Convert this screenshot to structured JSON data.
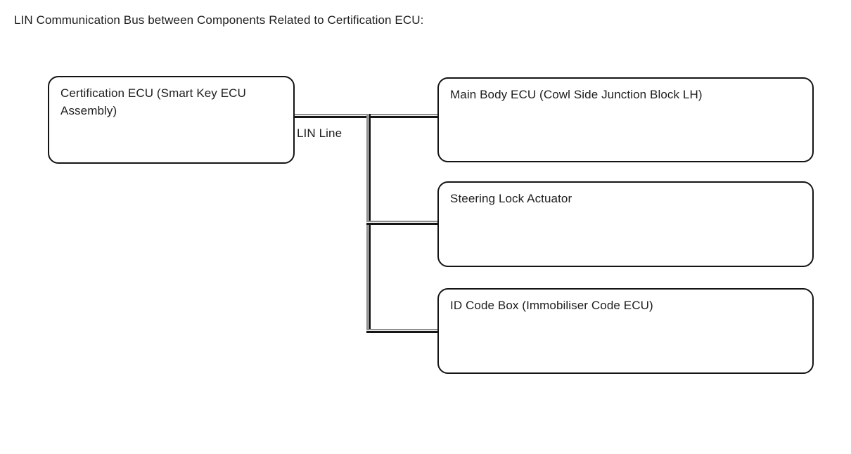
{
  "diagram": {
    "title": "LIN Communication Bus between Components Related to Certification ECU:",
    "type": "bus-network-diagram",
    "bus_label": "LIN Line",
    "colors": {
      "background": "#ffffff",
      "box_border": "#141414",
      "text": "#1d1d1d",
      "line_dark": "#161616",
      "line_light": "#8f8f8f"
    },
    "nodes": [
      {
        "id": "certification-ecu",
        "label": "Certification ECU (Smart Key ECU Assembly)",
        "role": "master"
      },
      {
        "id": "main-body-ecu",
        "label": "Main Body ECU (Cowl Side Junction Block LH)",
        "role": "slave"
      },
      {
        "id": "steering-lock-actuator",
        "label": "Steering Lock Actuator",
        "role": "slave"
      },
      {
        "id": "id-code-box",
        "label": "ID Code Box (Immobiliser Code ECU)",
        "role": "slave"
      }
    ],
    "connections": [
      {
        "from": "certification-ecu",
        "to": "main-body-ecu",
        "label": "LIN Line"
      },
      {
        "from": "certification-ecu",
        "to": "steering-lock-actuator",
        "label": "LIN Line"
      },
      {
        "from": "certification-ecu",
        "to": "id-code-box",
        "label": "LIN Line"
      }
    ]
  }
}
